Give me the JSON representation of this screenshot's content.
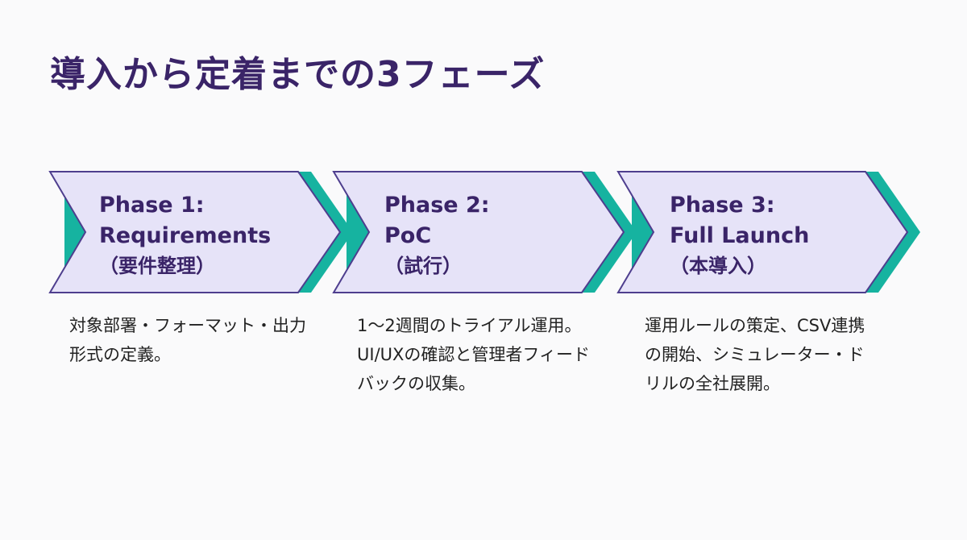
{
  "title": "導入から定着までの3フェーズ",
  "colors": {
    "title": "#3a2468",
    "chevron_fill": "#e6e3f8",
    "chevron_stroke": "#4e3e8e",
    "accent_teal": "#16b3a0",
    "body_text": "#222222"
  },
  "phases": [
    {
      "title": "Phase 1:",
      "name": "Requirements",
      "subtitle": "（要件整理）",
      "description": "対象部署・フォーマット・出力形式の定義。"
    },
    {
      "title": "Phase 2:",
      "name": "PoC",
      "subtitle": "（試行）",
      "description": "1〜2週間のトライアル運用。UI/UXの確認と管理者フィードバックの収集。"
    },
    {
      "title": "Phase 3:",
      "name": "Full Launch",
      "subtitle": "（本導入）",
      "description": "運用ルールの策定、CSV連携の開始、シミュレーター・ドリルの全社展開。"
    }
  ]
}
